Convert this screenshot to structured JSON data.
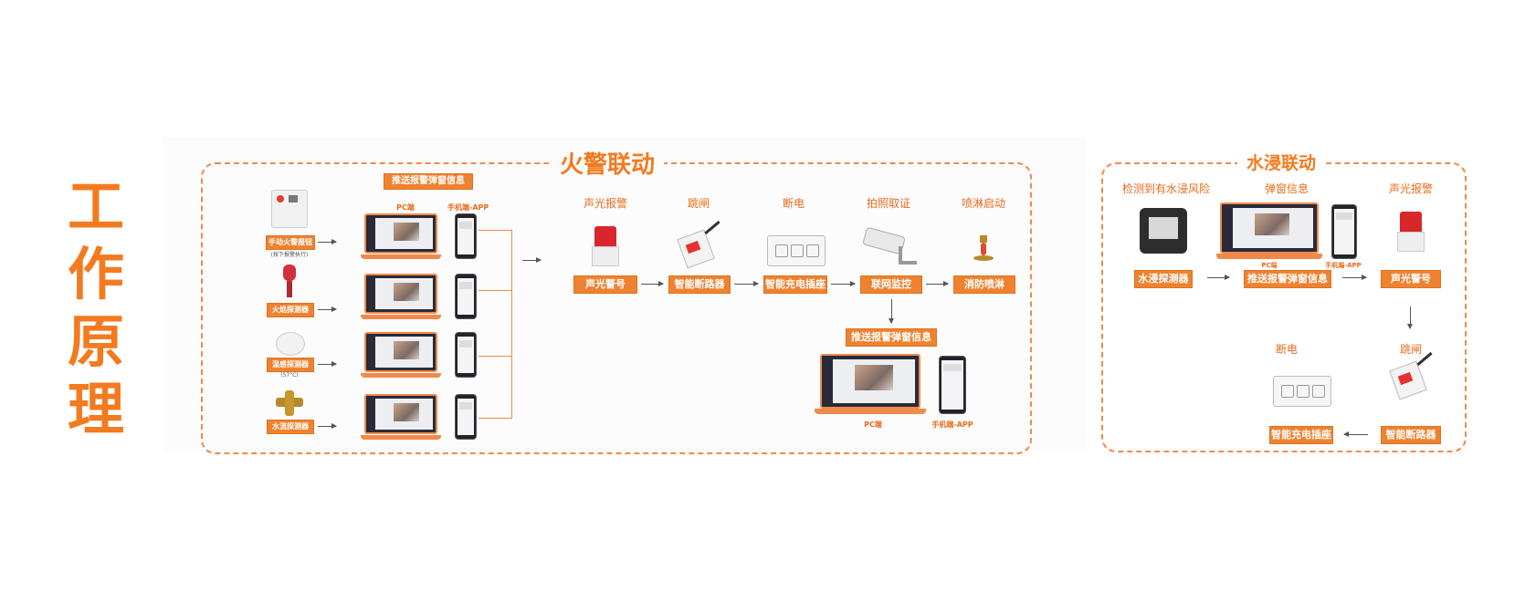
{
  "main_title": [
    "工",
    "作",
    "原",
    "理"
  ],
  "fire": {
    "title": "火警联动",
    "push_label": "推送报警弹窗信息",
    "pc_label": "PC端",
    "app_label": "手机端-APP",
    "detectors": [
      {
        "label": "手动火警报钮",
        "note": "(按下报警执行)",
        "icon": "manual-call-point-icon"
      },
      {
        "label": "火焰探测器",
        "note": "",
        "icon": "flame-detector-icon"
      },
      {
        "label": "温感探测器",
        "note": "(57°C)",
        "icon": "heat-detector-icon"
      },
      {
        "label": "水流探测器",
        "note": "",
        "icon": "water-flow-detector-icon"
      }
    ],
    "steps": [
      {
        "caption": "声光报警",
        "label": "声光警号",
        "icon": "siren-icon"
      },
      {
        "caption": "跳闸",
        "label": "智能断路器",
        "icon": "breaker-icon"
      },
      {
        "caption": "断电",
        "label": "智能充电插座",
        "icon": "socket-icon"
      },
      {
        "caption": "拍照取证",
        "label": "联网监控",
        "icon": "camera-icon"
      },
      {
        "caption": "喷淋启动",
        "label": "消防喷淋",
        "icon": "sprinkler-icon"
      }
    ],
    "bottom_push_label": "推送报警弹窗信息",
    "bottom_pc_label": "PC端",
    "bottom_app_label": "手机端-APP"
  },
  "water": {
    "title": "水浸联动",
    "captions": {
      "detect": "检测到有水浸风险",
      "popup": "弹窗信息",
      "alarm": "声光报警",
      "trip": "跳闸",
      "cut": "断电"
    },
    "labels": {
      "detector": "水浸探测器",
      "push": "推送报警弹窗信息",
      "siren": "声光警号",
      "breaker": "智能断路器",
      "socket": "智能充电插座"
    },
    "pc_label": "PC端",
    "app_label": "手机端-APP"
  },
  "colors": {
    "accent": "#f47a1f",
    "label_bg": "#ee8231",
    "dash": "#f08a4b"
  }
}
